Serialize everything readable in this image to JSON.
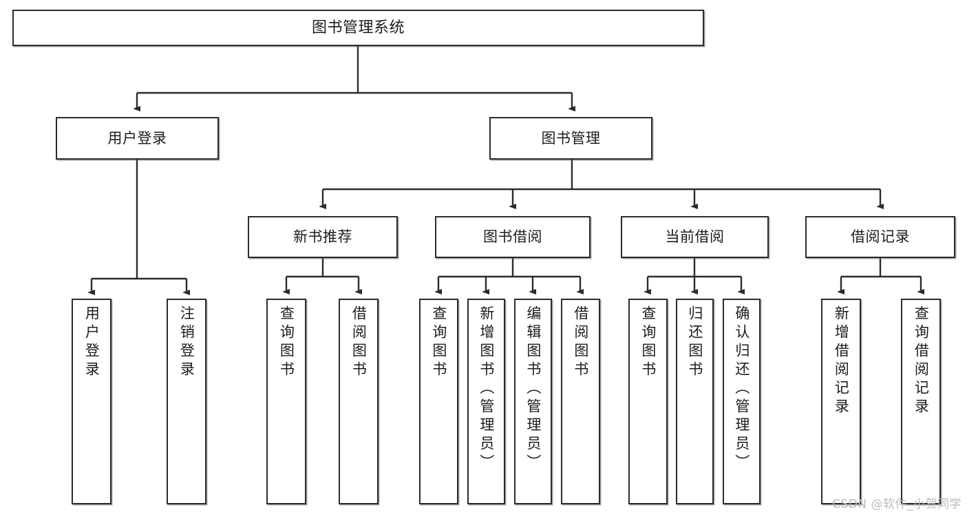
{
  "diagram": {
    "title": "图书管理系统",
    "type": "tree-hierarchy",
    "orientation": "top-down",
    "colors": {
      "background": "#ffffff",
      "node_border": "#2b2b2b",
      "node_fill": "#ffffff",
      "edge": "#2b2b2b",
      "text": "#1c1c1c",
      "watermark": "#b9b9b9"
    },
    "watermark": "CSDN @软件_小贺同学"
  },
  "nodes": {
    "root": {
      "label": "图书管理系统"
    },
    "level2": [
      {
        "label": "用户登录"
      },
      {
        "label": "图书管理"
      }
    ],
    "level3": [
      {
        "label": "新书推荐"
      },
      {
        "label": "图书借阅"
      },
      {
        "label": "当前借阅"
      },
      {
        "label": "借阅记录"
      }
    ],
    "leaves_user_login": [
      {
        "label": "用户登录"
      },
      {
        "label": "注销登录"
      }
    ],
    "leaves_new_book": [
      {
        "label": "查询图书"
      },
      {
        "label": "借阅图书"
      }
    ],
    "leaves_borrow": [
      {
        "label": "查询图书"
      },
      {
        "label": "新增图书（管理员）"
      },
      {
        "label": "编辑图书（管理员）"
      },
      {
        "label": "借阅图书"
      }
    ],
    "leaves_current": [
      {
        "label": "查询图书"
      },
      {
        "label": "归还图书"
      },
      {
        "label": "确认归还（管理员）"
      }
    ],
    "leaves_records": [
      {
        "label": "新增借阅记录"
      },
      {
        "label": "查询借阅记录"
      }
    ]
  }
}
